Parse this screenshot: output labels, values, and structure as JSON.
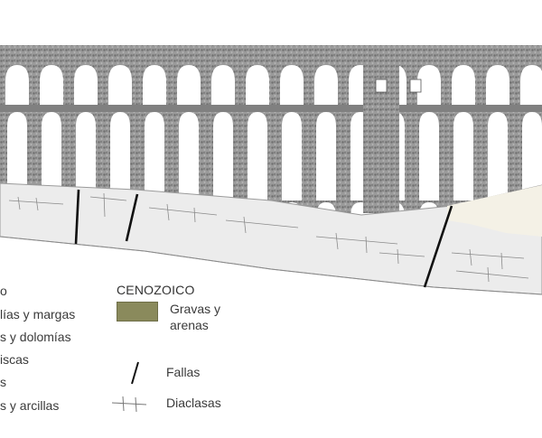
{
  "legend": {
    "left_fragments": [
      "o",
      "lías y margas",
      "s y dolomías",
      "iscas",
      "s",
      "s y arcillas"
    ],
    "cenozoico_heading": "CENOZOICO",
    "gravas_line1": "Gravas y",
    "gravas_line2": "arenas",
    "fallas": "Fallas",
    "diaclasas": "Diaclasas"
  },
  "colors": {
    "gravas_swatch": "#8a8a5c",
    "rock_fill": "#ececec",
    "sand_fill": "#f4f1e6",
    "aqueduct_stone": "#8d8d8d"
  },
  "icons": {
    "fault": "fault-line-icon",
    "joint": "joint-symbol-icon"
  }
}
